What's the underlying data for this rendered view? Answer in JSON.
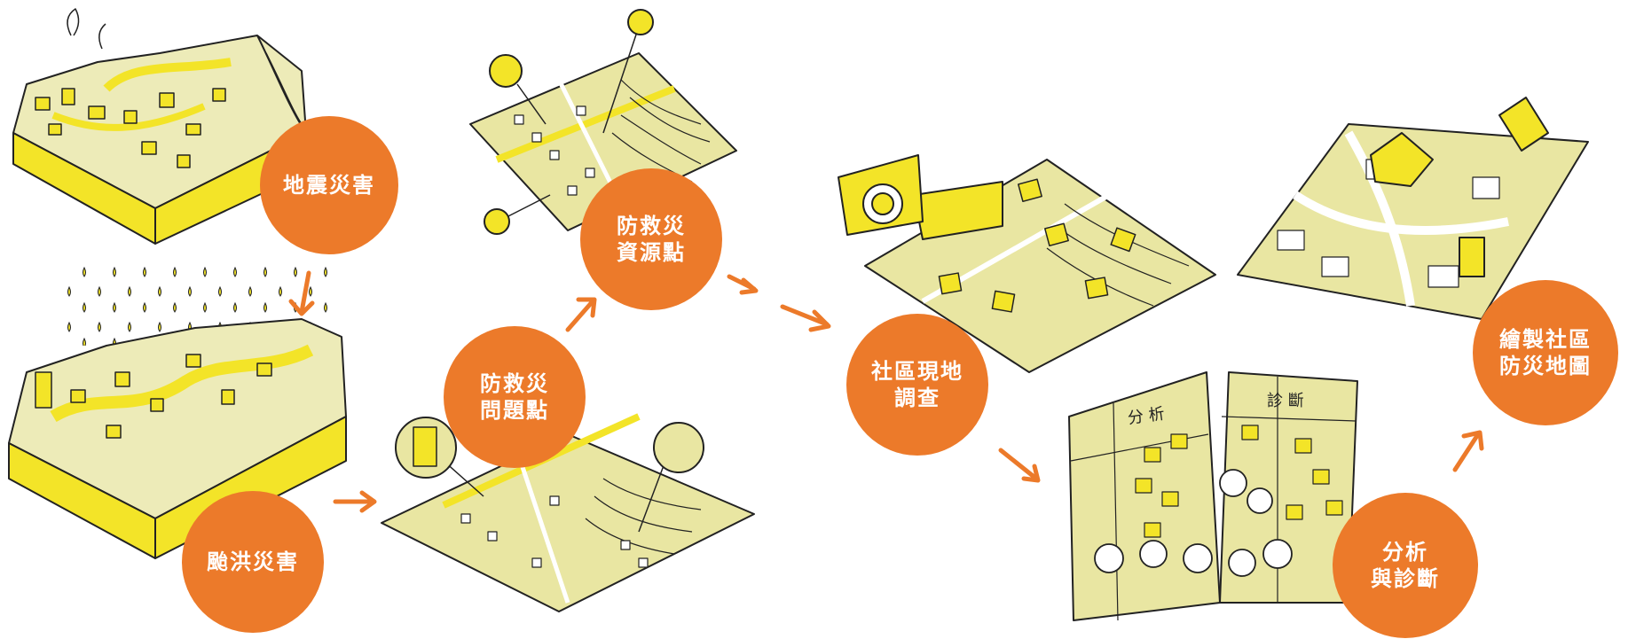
{
  "colors": {
    "circle": "#EC7A2A",
    "yellow": "#F3E428",
    "land": "#E9E6A2",
    "ink": "#222222",
    "arrow": "#EC7A2A"
  },
  "steps": [
    {
      "label": [
        "地震災害"
      ]
    },
    {
      "label": [
        "颱洪災害"
      ]
    },
    {
      "label": [
        "防救災",
        "資源點"
      ]
    },
    {
      "label": [
        "防救災",
        "問題點"
      ]
    },
    {
      "label": [
        "社區現地",
        "調查"
      ]
    },
    {
      "label": [
        "分析",
        "與診斷"
      ]
    },
    {
      "label": [
        "繪製社區",
        "防災地圖"
      ]
    }
  ],
  "board": {
    "left_header": "分 析",
    "right_header": "診 斷"
  }
}
